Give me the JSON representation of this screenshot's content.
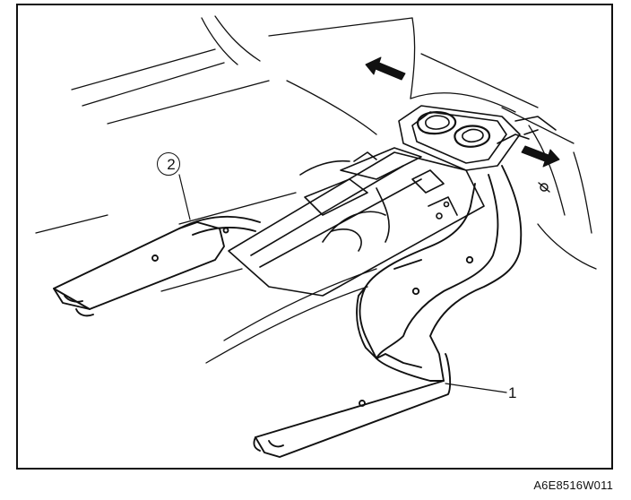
{
  "figure": {
    "code": "A6E8516W011",
    "callouts": [
      {
        "id": "callout-1",
        "label": "1"
      },
      {
        "id": "callout-2",
        "label": "2"
      }
    ]
  },
  "icons": [
    "arrow-icon"
  ]
}
